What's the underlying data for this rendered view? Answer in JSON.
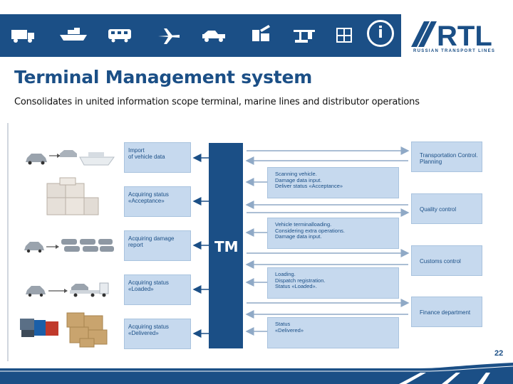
{
  "header": {
    "logo_text": "RTL",
    "logo_subtitle": "RUSSIAN TRANSPORT LINES",
    "icons": [
      "truck-icon",
      "ship-icon",
      "train-icon",
      "airplane-icon",
      "car-carrier-icon",
      "warehouse-icon",
      "crane-icon",
      "building-icon",
      "info-icon"
    ],
    "info_glyph": "i"
  },
  "slide": {
    "title": "Terminal Management system",
    "subtitle": "Consolidates in united information scope terminal, marine lines and distributor operations",
    "page_number": "22"
  },
  "diagram": {
    "center_label": "TM",
    "left_steps": [
      "Import\nof vehicle data",
      "Acquiring status\n«Acceptance»",
      "Acquiring damage\nreport",
      "Acquiring status\n«Loaded»",
      "Acquiring status\n«Delivered»"
    ],
    "middle_steps": [
      "Scanning vehicle.\nDamage data input.\nDeliver status «Acceptance»",
      "Vehicle terminalloading.\nConsidering extra operations.\nDamage data input.",
      "Loading.\nDispatch registration.\nStatus «Loaded».",
      "Status\n«Delivered»"
    ],
    "right_steps": [
      "Transportation Control.\nPlanning",
      "Quality control",
      "Customs control",
      "Finance department"
    ]
  },
  "colors": {
    "brand_blue": "#1b4f86",
    "box_fill": "#c6d9ee",
    "connector": "#9fb8d3"
  }
}
